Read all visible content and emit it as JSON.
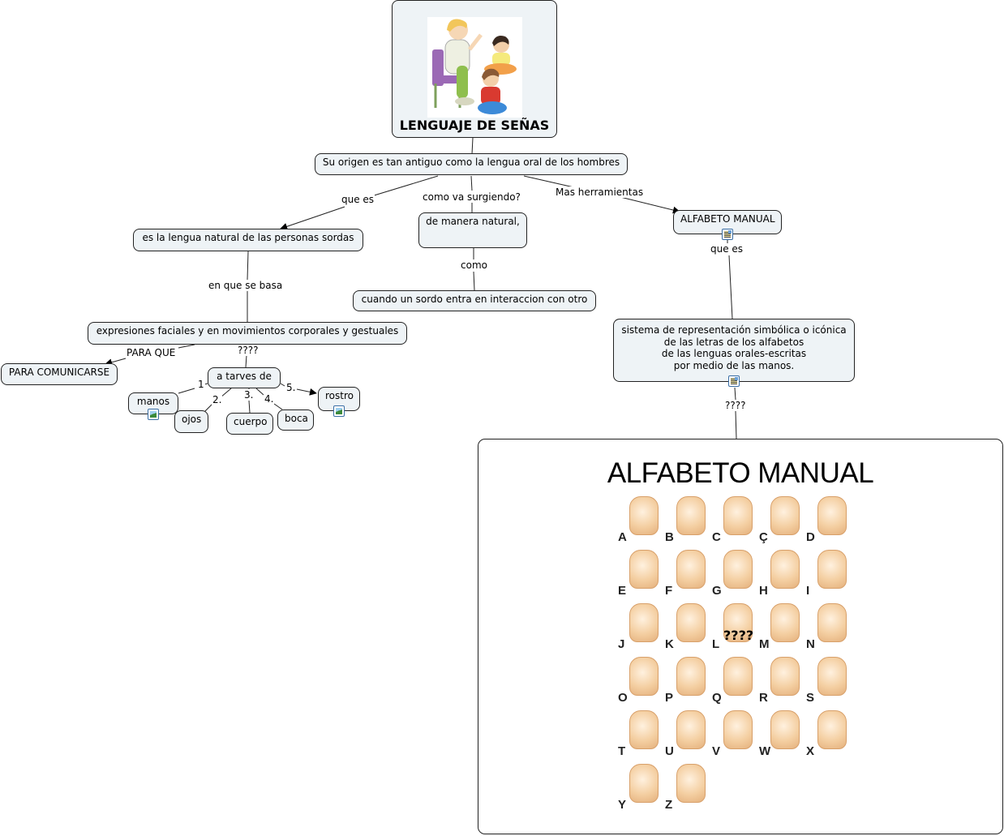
{
  "map": {
    "root": {
      "title": "LENGUAJE DE SEÑAS",
      "image": "teacher-with-children-illustration"
    },
    "nodes": {
      "origen": "Su origen es tan antiguo como la lengua oral de los hombres",
      "lengua_natural": "es la lengua natural de las personas sordas",
      "manera_natural": "de manera natural,",
      "interaccion": "cuando un sordo entra en interaccion  con otro",
      "alfabeto": "ALFABETO MANUAL",
      "sistema": [
        "sistema de representación simbólica o icónica",
        "de las letras de los alfabetos",
        "de las lenguas orales-escritas",
        "por medio de las manos."
      ],
      "expresiones": "expresiones faciales y en movimientos corporales y gestuales",
      "comunicarse": "PARA COMUNICARSE",
      "a_traves": "a tarves de",
      "manos": "manos",
      "ojos": "ojos",
      "cuerpo": "cuerpo",
      "boca": "boca",
      "rostro": "rostro"
    },
    "links": {
      "que_es": "que es",
      "como_surgiendo": "como va surgiendo?",
      "mas_herramientas": "Mas herramientas",
      "en_que_se_basa": "en que se basa",
      "como": "como",
      "que_es_2": "que es",
      "para_que": "PARA QUE",
      "q1": "????",
      "q2": "????",
      "n1": "1",
      "n2": "2.",
      "n3": "3.",
      "n4": "4.",
      "n5": "5."
    },
    "resource_icons": {
      "manos": "image-icon",
      "rostro": "image-icon",
      "alfabeto": "document-icon",
      "sistema": "document-icon"
    },
    "alphabet_image": {
      "title": "ALFABETO MANUAL",
      "overlay": "????",
      "letters": [
        "A",
        "B",
        "C",
        "Ç",
        "D",
        "E",
        "F",
        "G",
        "H",
        "I",
        "J",
        "K",
        "L",
        "M",
        "N",
        "O",
        "P",
        "Q",
        "R",
        "S",
        "T",
        "U",
        "V",
        "W",
        "X",
        "Y",
        "Z"
      ]
    }
  }
}
